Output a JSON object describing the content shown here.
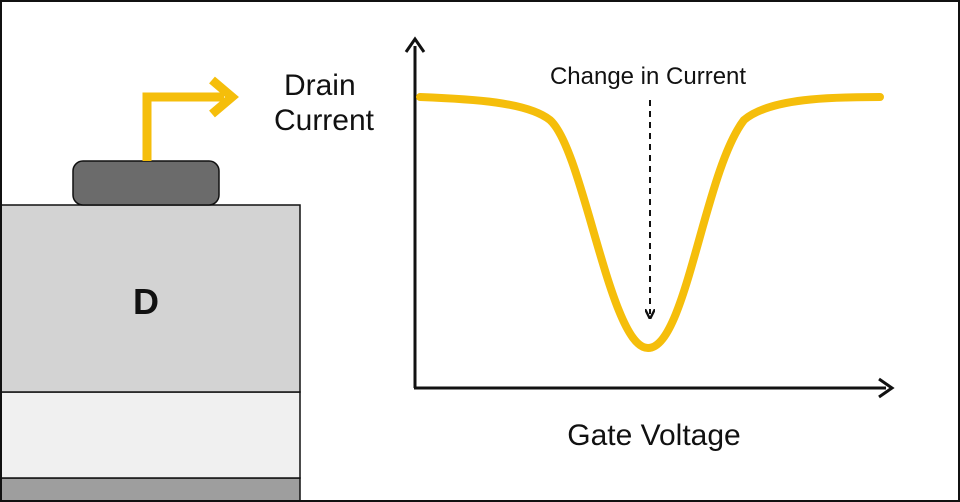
{
  "diagram": {
    "device_label": "D",
    "y_axis_label": [
      "Drain",
      "Current"
    ],
    "x_axis_label": "Gate Voltage",
    "annotation": "Change in Current",
    "colors": {
      "curve": "#F5BE0B",
      "flow_arrow": "#F5BE0B",
      "contact": "#6B6B6B",
      "device_body": "#D3D3D3",
      "substrate_layer": "#F0F0F0",
      "base_layer": "#9E9E9E",
      "outline": "#111111"
    }
  }
}
